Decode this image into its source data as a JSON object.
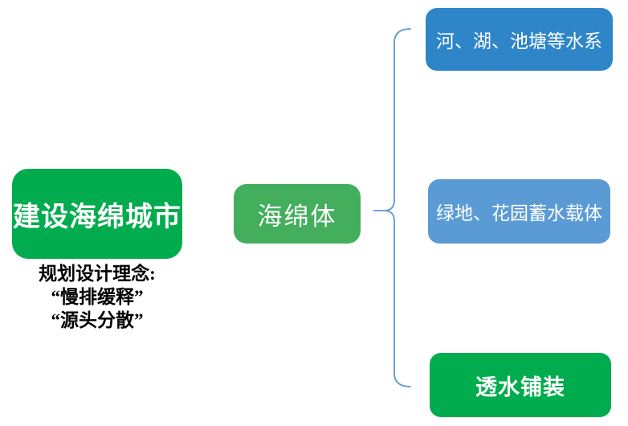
{
  "diagram": {
    "root_box": {
      "label": "建设海绵城市"
    },
    "caption": {
      "line1": "规划设计理念:",
      "line2": "“慢排缓释”",
      "line3": "“源头分散”"
    },
    "center_box": {
      "label": "海绵体"
    },
    "branches": [
      {
        "label": "河、湖、池塘等水系"
      },
      {
        "label": "绿地、花园蓄水载体"
      },
      {
        "label": "透水铺装"
      }
    ]
  },
  "colors": {
    "green_primary": "#00AC4E",
    "green_center": "#43AE5C",
    "blue_dark": "#2E86C8",
    "blue_light": "#5B9BD5",
    "connector": "#5B9BD5",
    "box_text": "#FFFFFF",
    "caption_text": "#000000",
    "background": "#FFFFFF"
  }
}
